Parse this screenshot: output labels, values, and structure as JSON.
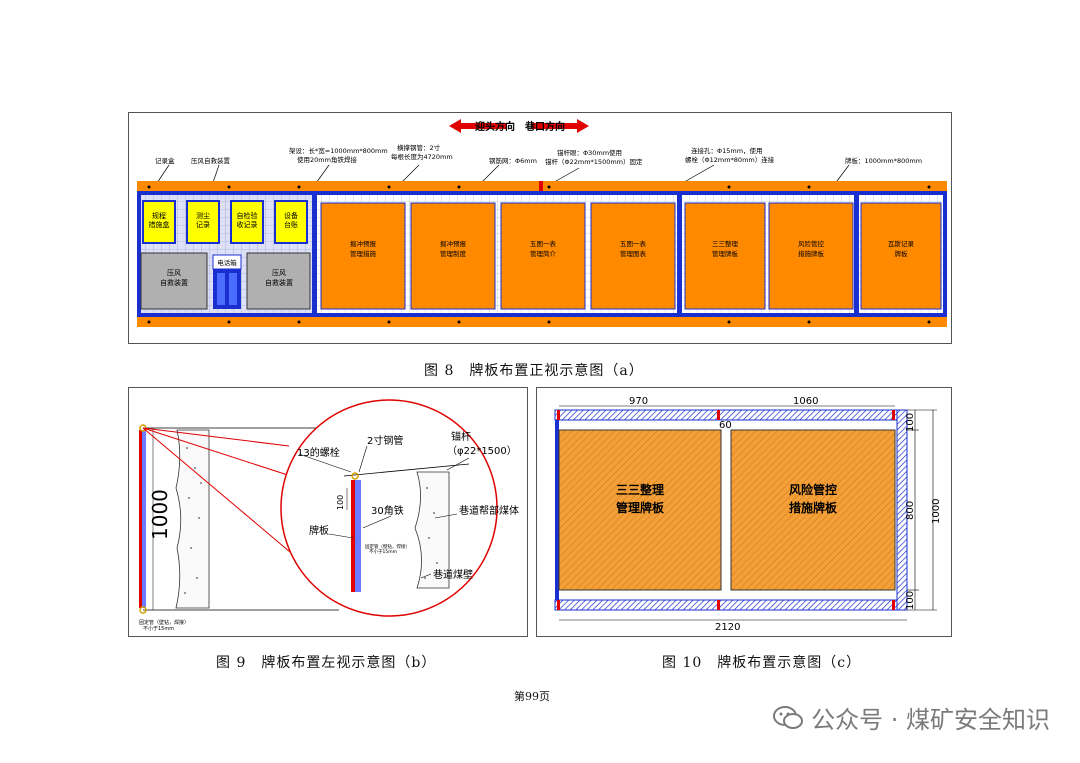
{
  "fig8": {
    "direction_left": "迎头方向",
    "direction_right": "巷口方向",
    "callouts": [
      "记录盒",
      "压风自救装置",
      "架设：长*宽=1000mm*800mm 使用20mm角铁焊接",
      "横撑钢管：2寸 每根长度为4720mm",
      "钢筋网：Φ6mm",
      "锚杆眼：Φ30mm使用 锚杆（Φ22mm*1500mm）固定",
      "连接孔：Φ15mm，使用 螺栓（Φ12mm*80mm）连接",
      "牌板：1000mm*800mm"
    ],
    "yellow_boxes": [
      "规程\n措施盒",
      "测尘\n记录",
      "自检验\n收记录",
      "设备\n台账"
    ],
    "gray_boxes": [
      "压风\n自救装置",
      "压风\n自救装置"
    ],
    "phone_box": "电话箱",
    "orange_boards": [
      "掘冲预报\n管理措施",
      "掘冲预报\n管理制度",
      "五图一表\n管理简介",
      "五图一表\n管理图表",
      "三三整理\n管理牌板",
      "风险管控\n措施牌板",
      "瓦斯记录\n牌板"
    ],
    "caption": "图 8　牌板布置正视示意图（a）"
  },
  "fig9": {
    "dim_1000": "1000",
    "bottom_note": "固定管（壁钻，焊接）\n不小于15mm",
    "lbl_bolt": "13的螺栓",
    "lbl_pipe": "2寸钢管",
    "lbl_anchor": "锚杆",
    "lbl_anchor_spec": "（φ22*1500）",
    "lbl_100": "100",
    "lbl_angle": "30角铁",
    "lbl_board": "牌板",
    "lbl_coal": "巷道帮部煤体",
    "lbl_wall": "巷道煤壁",
    "inner_note": "固定管（壁钻，焊接）\n不小于15mm",
    "caption": "图 9　牌板布置左视示意图（b）"
  },
  "fig10": {
    "dim_970": "970",
    "dim_1060": "1060",
    "dim_60": "60",
    "dim_100_top": "100",
    "dim_800": "800",
    "dim_100_bot": "100",
    "dim_1000": "1000",
    "dim_2120": "2120",
    "board1": "三三整理\n管理牌板",
    "board2": "风险管控\n措施牌板",
    "caption": "图 10　牌板布置示意图（c）"
  },
  "page_number": "第99页",
  "watermark": "公众号 · 煤矿安全知识",
  "colors": {
    "blue": "#1a2fd0",
    "orange": "#ff8a00",
    "yellow": "#ffff00",
    "gray": "#b0b0b0",
    "red": "#e00000"
  }
}
